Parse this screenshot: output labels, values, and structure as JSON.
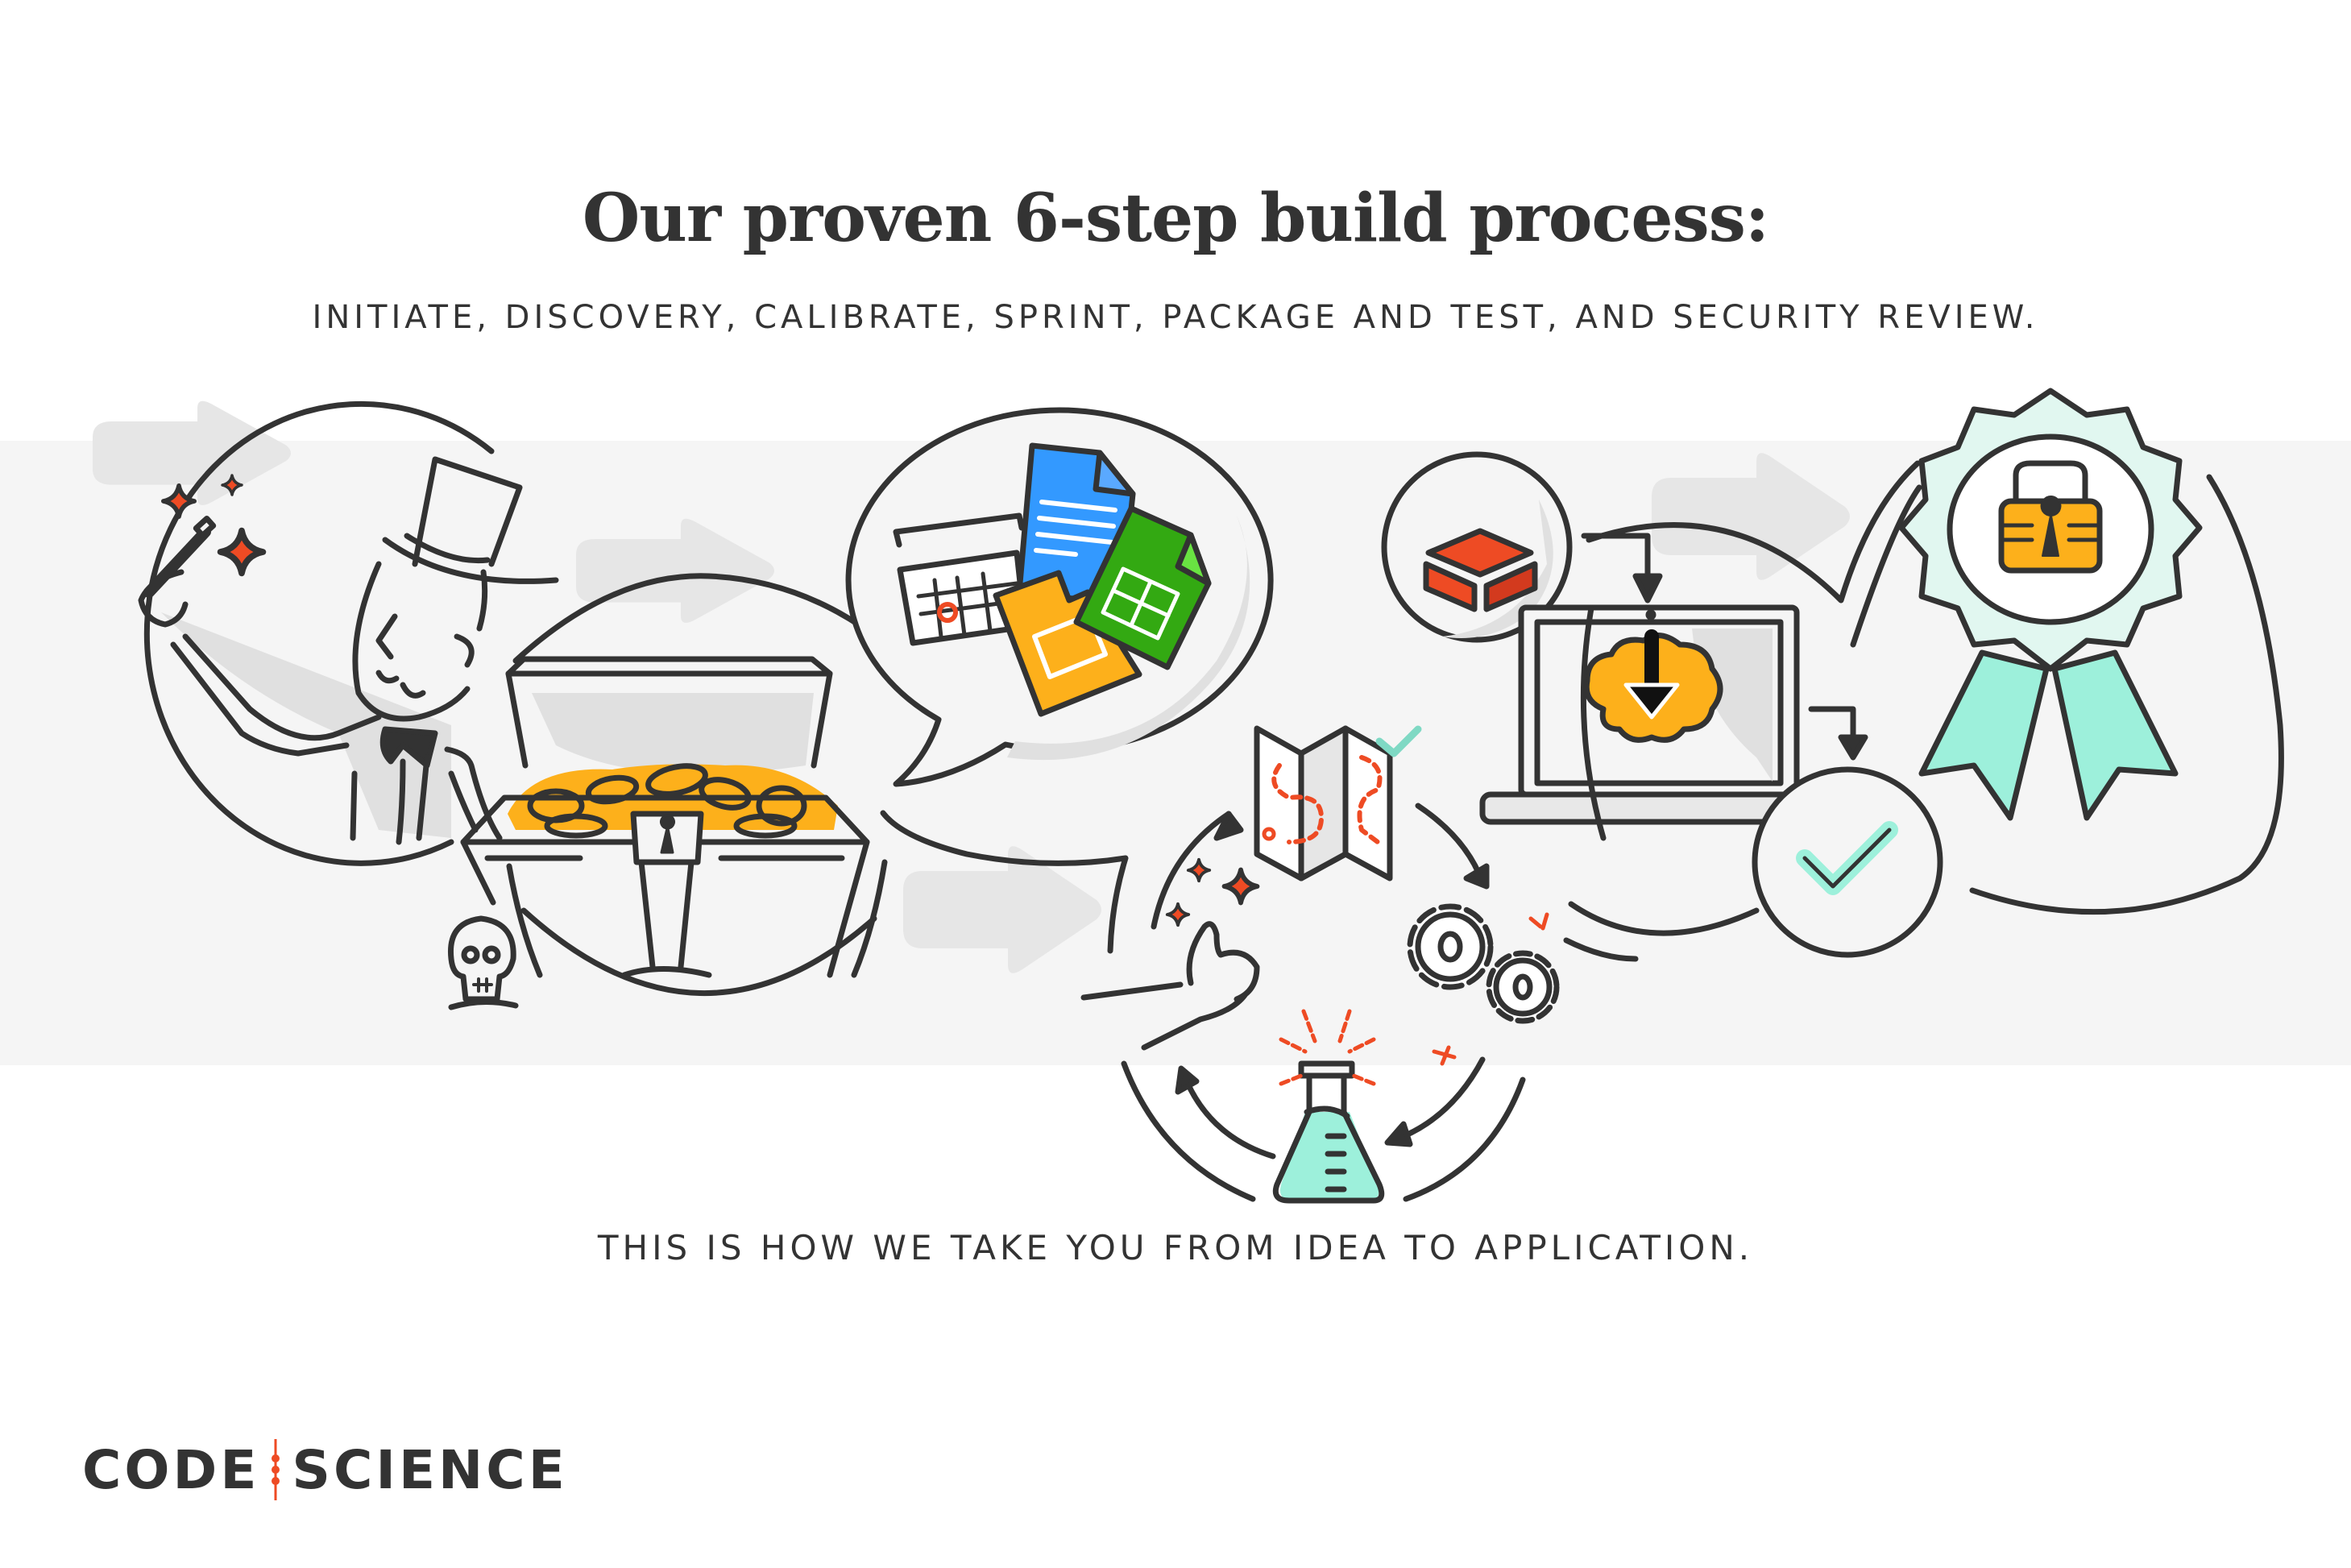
{
  "header": {
    "title": "Our proven 6-step build process:",
    "subtitle": "INITIATE, DISCOVERY, CALIBRATE, SPRINT, PACKAGE AND TEST, AND SECURITY REVIEW."
  },
  "steps": [
    {
      "name": "Initiate",
      "illustration": "magician-with-wand",
      "icons": [
        "magician-icon",
        "wand-icon",
        "sparkle-icon"
      ]
    },
    {
      "name": "Discovery",
      "illustration": "treasure-chest",
      "icons": [
        "treasure-chest-icon",
        "gold-coins-icon",
        "skull-icon",
        "keyhole-icon"
      ]
    },
    {
      "name": "Calibrate",
      "illustration": "speech-bubble-documents",
      "icons": [
        "calendar-icon",
        "document-icon",
        "spreadsheet-icon",
        "slides-icon"
      ]
    },
    {
      "name": "Sprint",
      "illustration": "sprint-cycle",
      "icons": [
        "map-icon",
        "gears-icon",
        "flask-icon",
        "thumbs-up-icon",
        "cycle-arrows-icon"
      ]
    },
    {
      "name": "Package and Test",
      "illustration": "laptop-cloud-download",
      "icons": [
        "package-box-icon",
        "laptop-icon",
        "cloud-download-icon",
        "checkmark-icon"
      ]
    },
    {
      "name": "Security Review",
      "illustration": "award-ribbon-lock",
      "icons": [
        "award-ribbon-icon",
        "padlock-icon"
      ]
    }
  ],
  "footer": {
    "tagline": "THIS IS HOW WE TAKE YOU FROM IDEA TO APPLICATION."
  },
  "logo": {
    "left": "CODE",
    "right": "SCIENCE"
  },
  "colors": {
    "text": "#333333",
    "band": "#f5f5f5",
    "arrow": "#e6e6e6",
    "accent_red": "#ee4b24",
    "gold": "#fdb01b",
    "mint": "#9df0db",
    "mint_light": "#e1f7f0",
    "doc_blue": "#3399ff",
    "sheet_green": "#33a912",
    "shadow": "#dfdfdf"
  }
}
